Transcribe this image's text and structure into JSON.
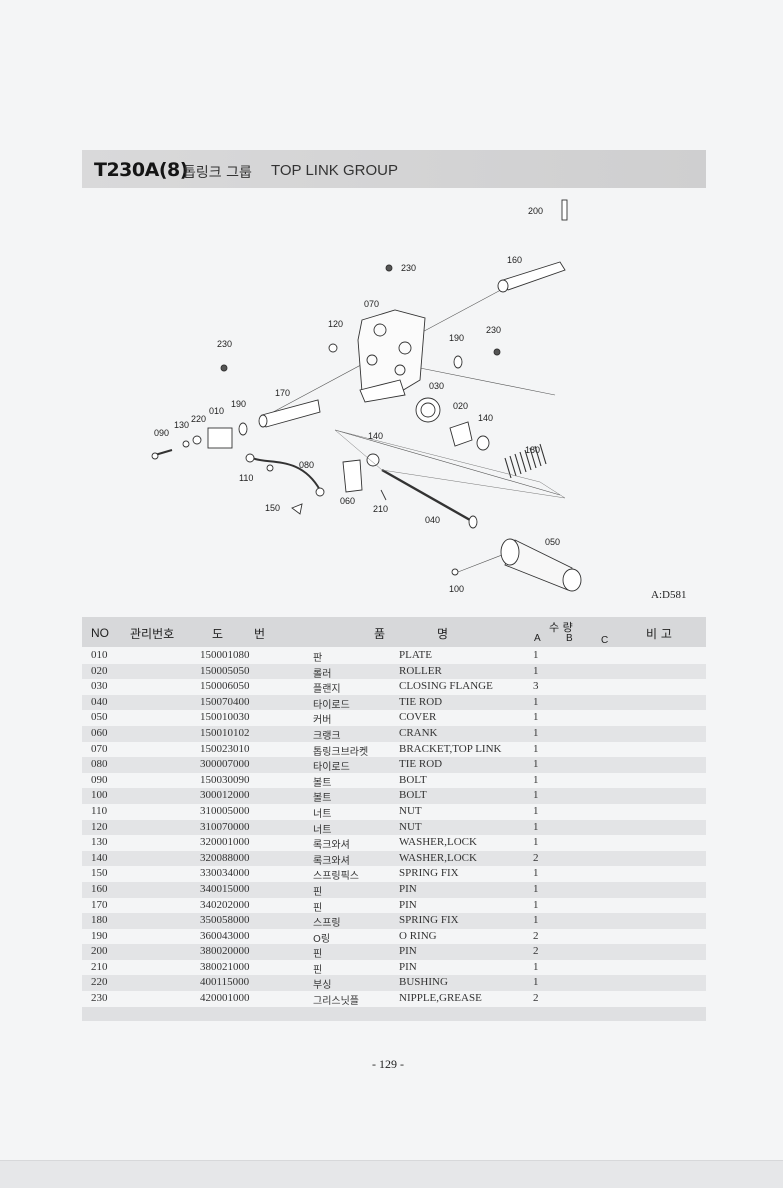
{
  "header": {
    "code": "T230A(8)",
    "title_ko": "톱링크 그룹",
    "title_en": "TOP LINK GROUP"
  },
  "diagram": {
    "callouts": [
      "200",
      "230",
      "160",
      "070",
      "120",
      "190",
      "230",
      "230",
      "030",
      "020",
      "140",
      "170",
      "190",
      "010",
      "220",
      "130",
      "090",
      "140",
      "180",
      "110",
      "080",
      "060",
      "210",
      "040",
      "150",
      "050",
      "100"
    ],
    "figure_ref": "A:D581"
  },
  "table": {
    "headers": {
      "no": "NO",
      "mgmt": "관리번호",
      "do": "도",
      "beon": "번",
      "pum": "품",
      "myeong": "명",
      "qty": "수 량",
      "qty_a": "A",
      "qty_b": "B",
      "qty_c": "C",
      "note": "비 고"
    },
    "rows": [
      {
        "no": "010",
        "code": "150001080",
        "name_ko": "판",
        "name_en": "PLATE",
        "qty": "1"
      },
      {
        "no": "020",
        "code": "150005050",
        "name_ko": "롤러",
        "name_en": "ROLLER",
        "qty": "1"
      },
      {
        "no": "030",
        "code": "150006050",
        "name_ko": "플랜지",
        "name_en": "CLOSING FLANGE",
        "qty": "3"
      },
      {
        "no": "040",
        "code": "150070400",
        "name_ko": "타이로드",
        "name_en": "TIE ROD",
        "qty": "1"
      },
      {
        "no": "050",
        "code": "150010030",
        "name_ko": "커버",
        "name_en": "COVER",
        "qty": "1"
      },
      {
        "no": "060",
        "code": "150010102",
        "name_ko": "크랭크",
        "name_en": "CRANK",
        "qty": "1"
      },
      {
        "no": "070",
        "code": "150023010",
        "name_ko": "톱링크브라켓",
        "name_en": "BRACKET,TOP LINK",
        "qty": "1"
      },
      {
        "no": "080",
        "code": "300007000",
        "name_ko": "타이로드",
        "name_en": "TIE ROD",
        "qty": "1"
      },
      {
        "no": "090",
        "code": "150030090",
        "name_ko": "볼트",
        "name_en": "BOLT",
        "qty": "1"
      },
      {
        "no": "100",
        "code": "300012000",
        "name_ko": "볼트",
        "name_en": "BOLT",
        "qty": "1"
      },
      {
        "no": "110",
        "code": "310005000",
        "name_ko": "너트",
        "name_en": "NUT",
        "qty": "1"
      },
      {
        "no": "120",
        "code": "310070000",
        "name_ko": "너트",
        "name_en": "NUT",
        "qty": "1"
      },
      {
        "no": "130",
        "code": "320001000",
        "name_ko": "록크와셔",
        "name_en": "WASHER,LOCK",
        "qty": "1"
      },
      {
        "no": "140",
        "code": "320088000",
        "name_ko": "록크와셔",
        "name_en": "WASHER,LOCK",
        "qty": "2"
      },
      {
        "no": "150",
        "code": "330034000",
        "name_ko": "스프링픽스",
        "name_en": "SPRING FIX",
        "qty": "1"
      },
      {
        "no": "160",
        "code": "340015000",
        "name_ko": "핀",
        "name_en": "PIN",
        "qty": "1"
      },
      {
        "no": "170",
        "code": "340202000",
        "name_ko": "핀",
        "name_en": "PIN",
        "qty": "1"
      },
      {
        "no": "180",
        "code": "350058000",
        "name_ko": "스프링",
        "name_en": "SPRING FIX",
        "qty": "1"
      },
      {
        "no": "190",
        "code": "360043000",
        "name_ko": "O링",
        "name_en": "O RING",
        "qty": "2"
      },
      {
        "no": "200",
        "code": "380020000",
        "name_ko": "핀",
        "name_en": "PIN",
        "qty": "2"
      },
      {
        "no": "210",
        "code": "380021000",
        "name_ko": "핀",
        "name_en": "PIN",
        "qty": "1"
      },
      {
        "no": "220",
        "code": "400115000",
        "name_ko": "부싱",
        "name_en": "BUSHING",
        "qty": "1"
      },
      {
        "no": "230",
        "code": "420001000",
        "name_ko": "그리스닛플",
        "name_en": "NIPPLE,GREASE",
        "qty": "2"
      }
    ]
  },
  "footer": {
    "page_number": "- 129 -"
  }
}
